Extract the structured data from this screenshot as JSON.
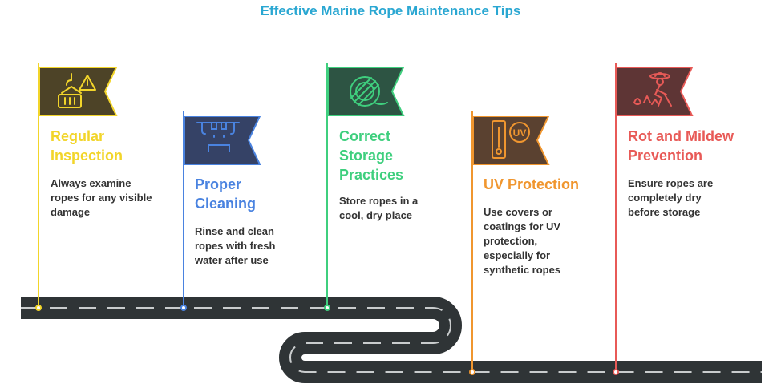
{
  "title": "Effective Marine Rope Maintenance Tips",
  "steps": [
    {
      "heading": [
        "Regular",
        "Inspection"
      ],
      "desc": [
        "Always examine",
        "ropes for any visible",
        "damage"
      ],
      "color": "#f2d52a",
      "flag_bg": "#4d4327",
      "icon": "crane-hook-warning-icon"
    },
    {
      "heading": [
        "Proper",
        "Cleaning"
      ],
      "desc": [
        "Rinse and clean",
        "ropes with fresh",
        "water after use"
      ],
      "color": "#4a83e0",
      "flag_bg": "#354266",
      "icon": "washing-nozzles-icon"
    },
    {
      "heading": [
        "Correct",
        "Storage",
        "Practices"
      ],
      "desc": [
        "Store ropes in a",
        "cool, dry place"
      ],
      "color": "#3fcf7e",
      "flag_bg": "#2d5443",
      "icon": "coiled-rope-icon"
    },
    {
      "heading": [
        "UV Protection"
      ],
      "desc": [
        "Use covers or",
        "coatings for UV",
        "protection,",
        "especially for",
        "synthetic ropes"
      ],
      "color": "#f0962f",
      "flag_bg": "#5a4130",
      "icon": "uv-thermometer-icon"
    },
    {
      "heading": [
        "Rot and Mildew",
        "Prevention"
      ],
      "desc": [
        "Ensure ropes are",
        "completely dry",
        "before storage"
      ],
      "color": "#e85a57",
      "flag_bg": "#5e3535",
      "icon": "farmer-drying-icon"
    }
  ]
}
